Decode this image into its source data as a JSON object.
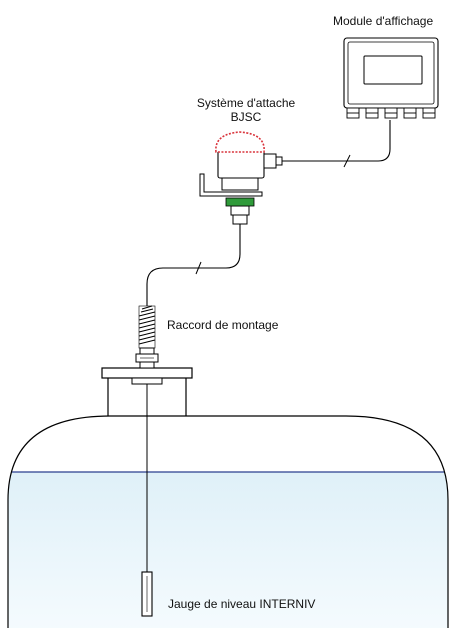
{
  "labels": {
    "display_module": "Module d'affichage",
    "attachment_system_line1": "Système d'attache",
    "attachment_system_line2": "BJSC",
    "mounting_fitting": "Raccord de montage",
    "level_gauge": "Jauge de niveau INTERNIV"
  },
  "colors": {
    "liquid_fill_top": "#dff0f8",
    "liquid_fill_bottom": "#f3fafd",
    "liquid_surface": "#2a3f8f",
    "head_cap": "#d9333b",
    "green_ring": "#2f9a3a",
    "outline": "#000000"
  }
}
